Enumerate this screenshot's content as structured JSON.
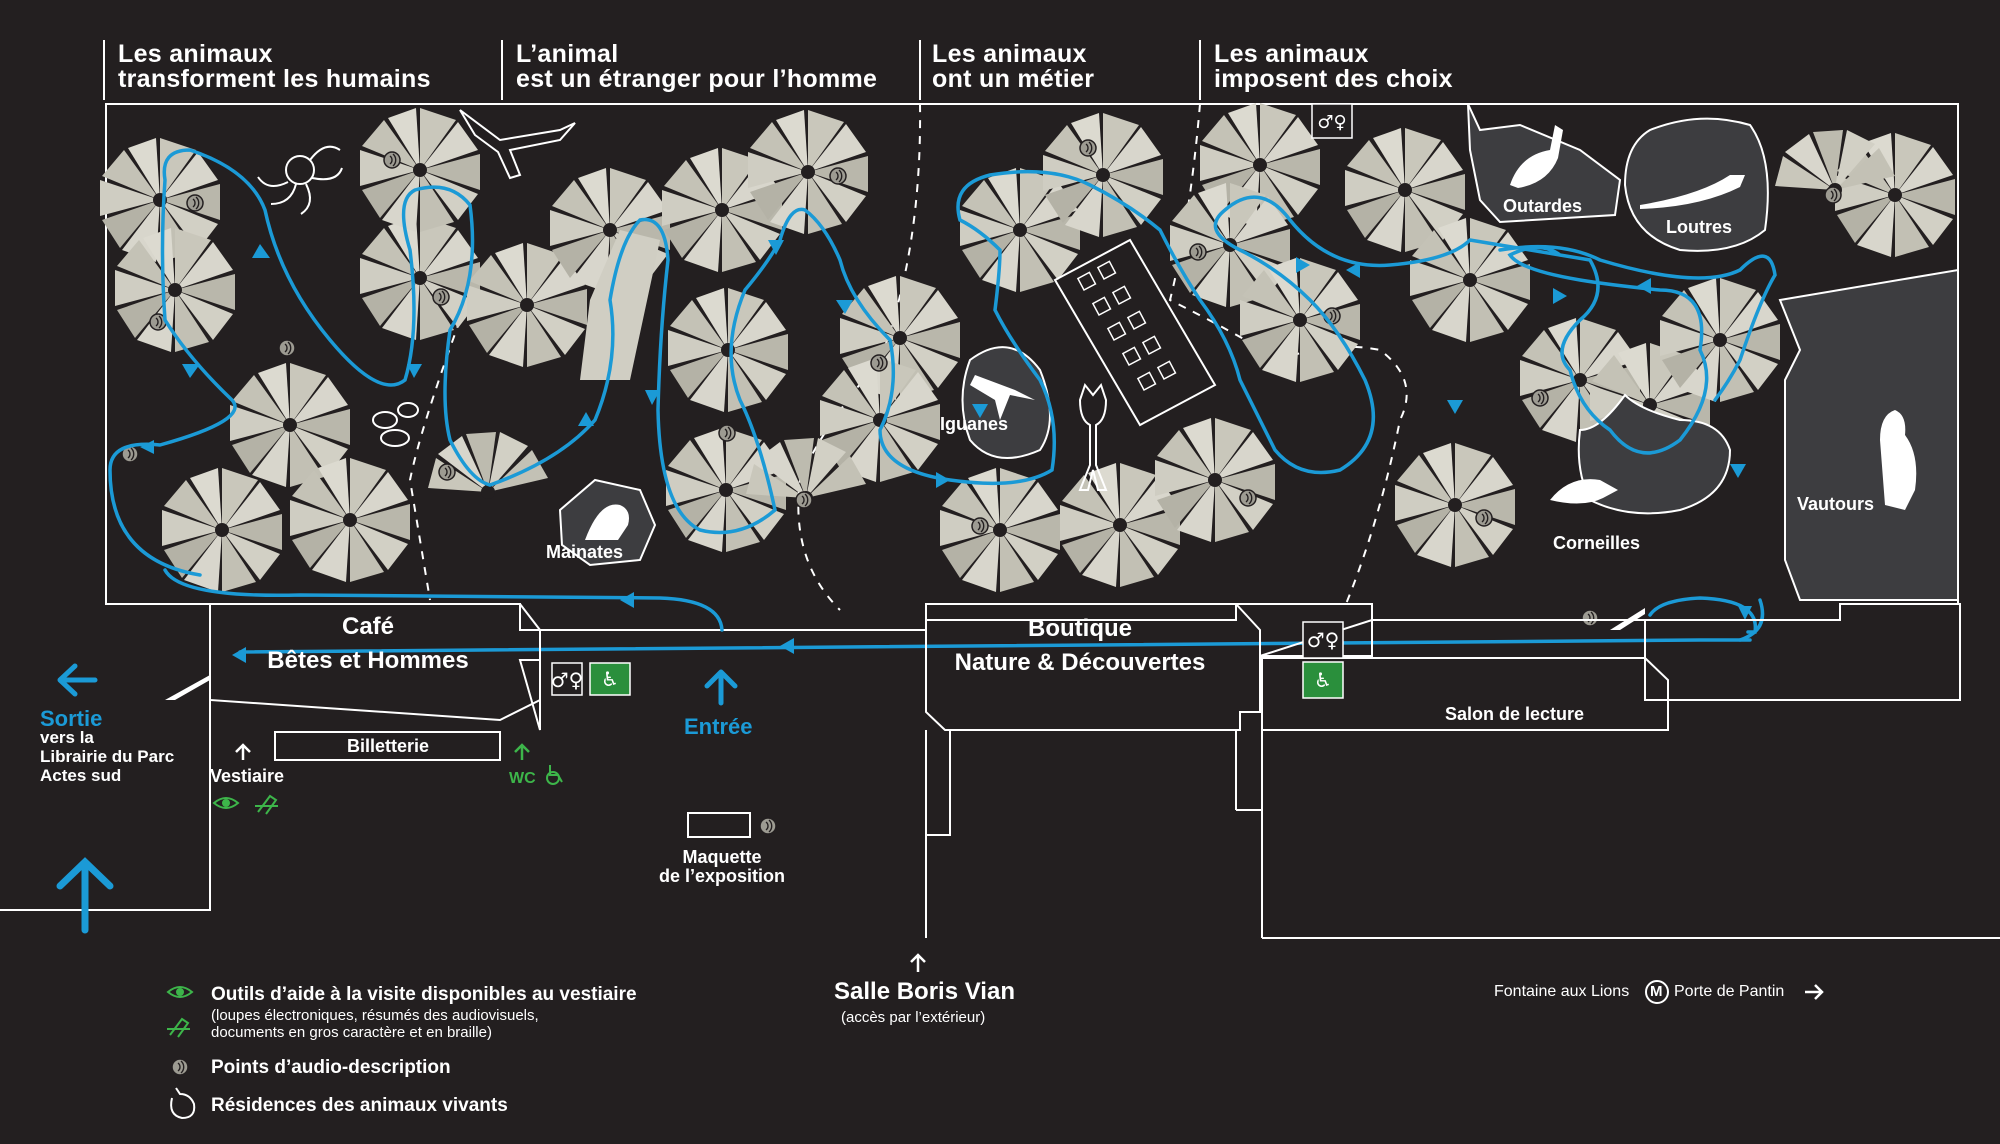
{
  "zones": [
    {
      "line1": "Les animaux",
      "line2": "transforment les humains"
    },
    {
      "line1": "L’animal",
      "line2": "est un étranger pour l’homme"
    },
    {
      "line1": "Les animaux",
      "line2": "ont un métier"
    },
    {
      "line1": "Les animaux",
      "line2": "imposent des choix"
    }
  ],
  "residences": {
    "mainates": "Mainates",
    "iguanes": "Iguanes",
    "outardes": "Outardes",
    "loutres": "Loutres",
    "corneilles": "Corneilles",
    "vautours": "Vautours"
  },
  "rooms": {
    "cafe_line1": "Café",
    "cafe_line2": "Bêtes et Hommes",
    "billetterie": "Billetterie",
    "boutique_line1": "Boutique",
    "boutique_line2": "Nature & Découvertes",
    "salon": "Salon de lecture",
    "maquette_line1": "Maquette",
    "maquette_line2": "de l’exposition",
    "vestiaire": "Vestiaire",
    "wc": "WC"
  },
  "navigation": {
    "sortie": "Sortie",
    "sortie_line2": "vers la",
    "sortie_line3": "Librairie du Parc",
    "sortie_line4": "Actes sud",
    "entree": "Entrée",
    "salle_line1": "Salle Boris Vian",
    "salle_line2": "(accès par l’extérieur)",
    "fontaine": "Fontaine aux Lions",
    "metro_letter": "M",
    "porte": "Porte de Pantin"
  },
  "legend": {
    "tools": "Outils d’aide à la visite disponibles au vestiaire",
    "tools_detail1": "(loupes électroniques, résumés des audiovisuels,",
    "tools_detail2": "documents en gros caractère et en braille)",
    "audio": "Points d’audio-description",
    "habitats": "Résidences des animaux vivants"
  },
  "colors": {
    "background": "#231f20",
    "path": "#1b9ad6",
    "accessibility": "#3db54a",
    "panel": "#c8c6ba",
    "enclosure": "#3d3d40",
    "outline": "#ffffff"
  }
}
